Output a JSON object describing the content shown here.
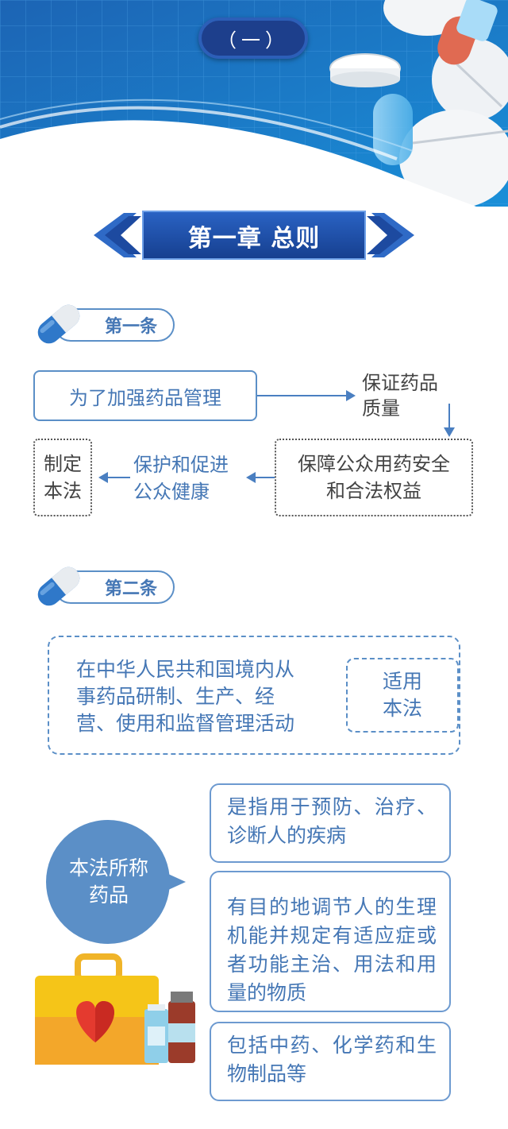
{
  "header": {
    "part_label": "（一）"
  },
  "chapter": {
    "title": "第一章 总则"
  },
  "article1": {
    "label": "第一条",
    "purpose": "为了加强药品管理",
    "quality_line1": "保证药品",
    "quality_line2": "质量",
    "safety_line1": "保障公众用药安全",
    "safety_line2": "和合法权益",
    "health_line1": "保护和促进",
    "health_line2": "公众健康",
    "enact_line1": "制定",
    "enact_line2": "本法"
  },
  "article2": {
    "label": "第二条",
    "scope_line1": "在中华人民共和国境内从",
    "scope_line2": "事药品研制、生产、经",
    "scope_line3": "营、使用和监督管理活动",
    "applies_line1": "适用",
    "applies_line2": "本法"
  },
  "drug_definition": {
    "bubble_line1": "本法所称",
    "bubble_line2": "药品",
    "def1": "是指用于预防、治疗、诊断人的疾病",
    "def2": "有目的地调节人的生理机能并规定有适应症或者功能主治、用法和用量的物质",
    "def3": "包括中药、化学药和生物制品等"
  },
  "colors": {
    "primary": "#4577b5",
    "navy": "#1d3f8c",
    "bubble": "#5b8fc7",
    "heart": "#e43a2f",
    "kit_yellow": "#f5c518"
  },
  "icons": [
    "capsule-icon",
    "arrow-right-icon",
    "arrow-down-icon",
    "arrow-left-icon",
    "medical-kit-icon",
    "medicine-bottle-icon",
    "pill-tablet-icon"
  ]
}
